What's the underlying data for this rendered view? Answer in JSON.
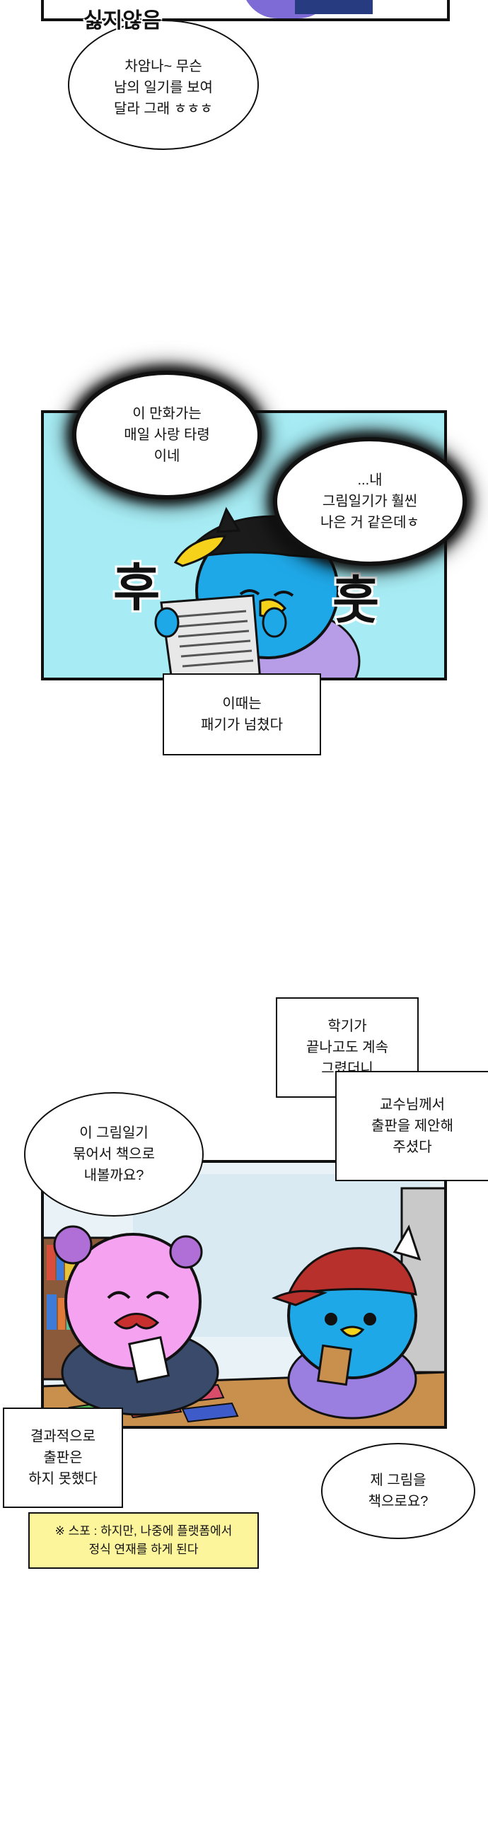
{
  "top": {
    "partial_text": "싫지않음",
    "bubble": "차암나~ 무슨\n남의 일기를 보여\n달라 그래 ㅎㅎㅎ"
  },
  "panel2": {
    "thought_left": "이 만화가는\n매일 사랑 타령\n이네",
    "thought_right": "...내\n그림일기가 훨씬\n나은 거 같은데ㅎ",
    "sfx_left": "후",
    "sfx_right": "훗",
    "caption": "이때는\n패기가 넘쳤다"
  },
  "panel3": {
    "caption_1": "학기가\n끝나고도 계속\n그렸더니",
    "caption_2": "교수님께서\n출판을 제안해\n주셨다",
    "bubble_left": "이 그림일기\n묶어서 책으로\n내볼까요?",
    "caption_result": "결과적으로\n출판은\n하지 못했다",
    "bubble_right": "제 그림을\n책으로요?",
    "spoiler": "※ 스포 : 하지만, 나중에 플랫폼에서\n정식 연재를 하게 된다"
  },
  "colors": {
    "panel_bg_cyan": "#a7ecf4",
    "character_blue": "#1fa8e8",
    "character_pink": "#f5a2f0",
    "cap_yellow": "#f6d21b",
    "cap_red": "#b8302b",
    "spoiler_yellow": "#fdf59c"
  }
}
